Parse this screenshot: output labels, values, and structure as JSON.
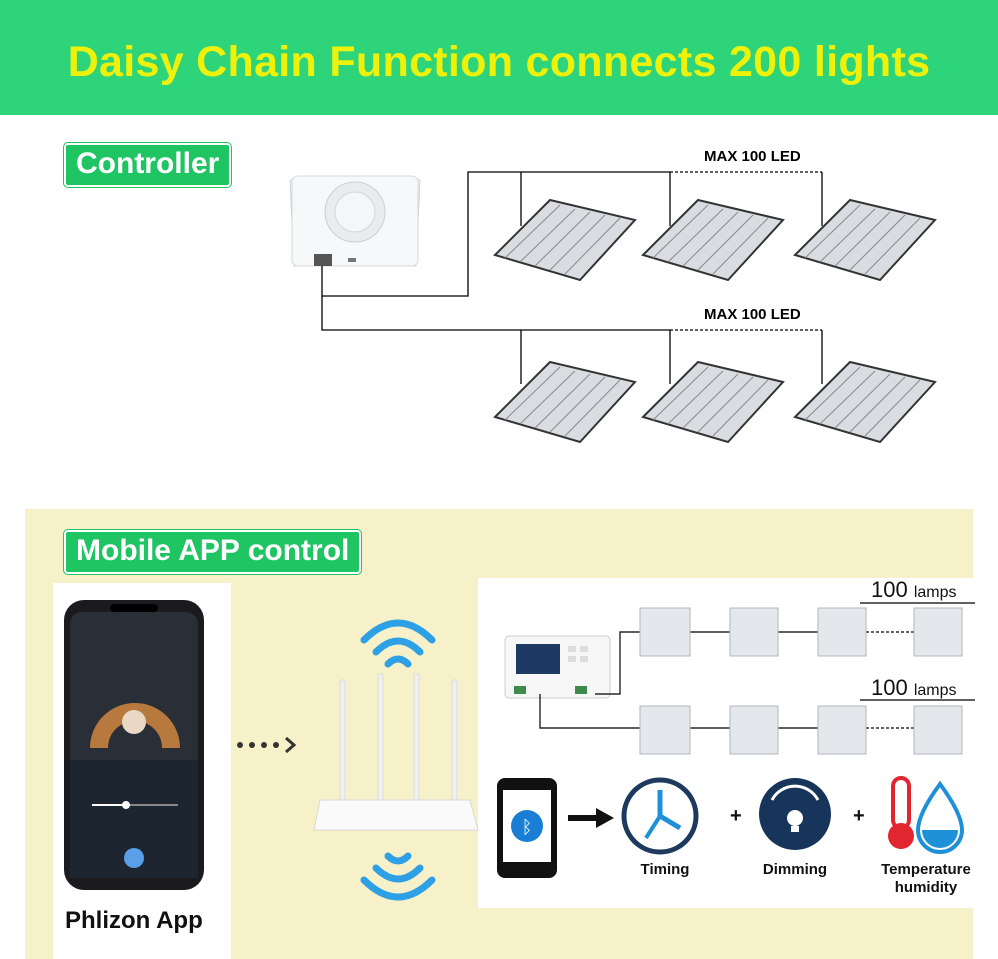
{
  "banner": {
    "title": "Daisy Chain Function connects 200 lights"
  },
  "controller_section": {
    "tag": "Controller",
    "rows": [
      {
        "label": "MAX 100 LED"
      },
      {
        "label": "MAX 100 LED"
      }
    ]
  },
  "app_section": {
    "tag": "Mobile APP control",
    "app_name": "Phlizon App",
    "lamp_rows": [
      {
        "count": "100",
        "unit": "lamps"
      },
      {
        "count": "100",
        "unit": "lamps"
      }
    ],
    "features": [
      {
        "label": "Timing",
        "icon": "clock-icon"
      },
      {
        "label": "Dimming",
        "icon": "dimming-bulb-icon"
      },
      {
        "label": "Temperature humidity",
        "icon": "thermometer-water-drop-icon"
      }
    ],
    "colors": {
      "banner": "#2ed47a",
      "title": "#eef20a",
      "tag": "#1fc463",
      "panel": "#f6f1c8",
      "wifi": "#2ea0e6",
      "app_accent": "#b8793e"
    }
  }
}
